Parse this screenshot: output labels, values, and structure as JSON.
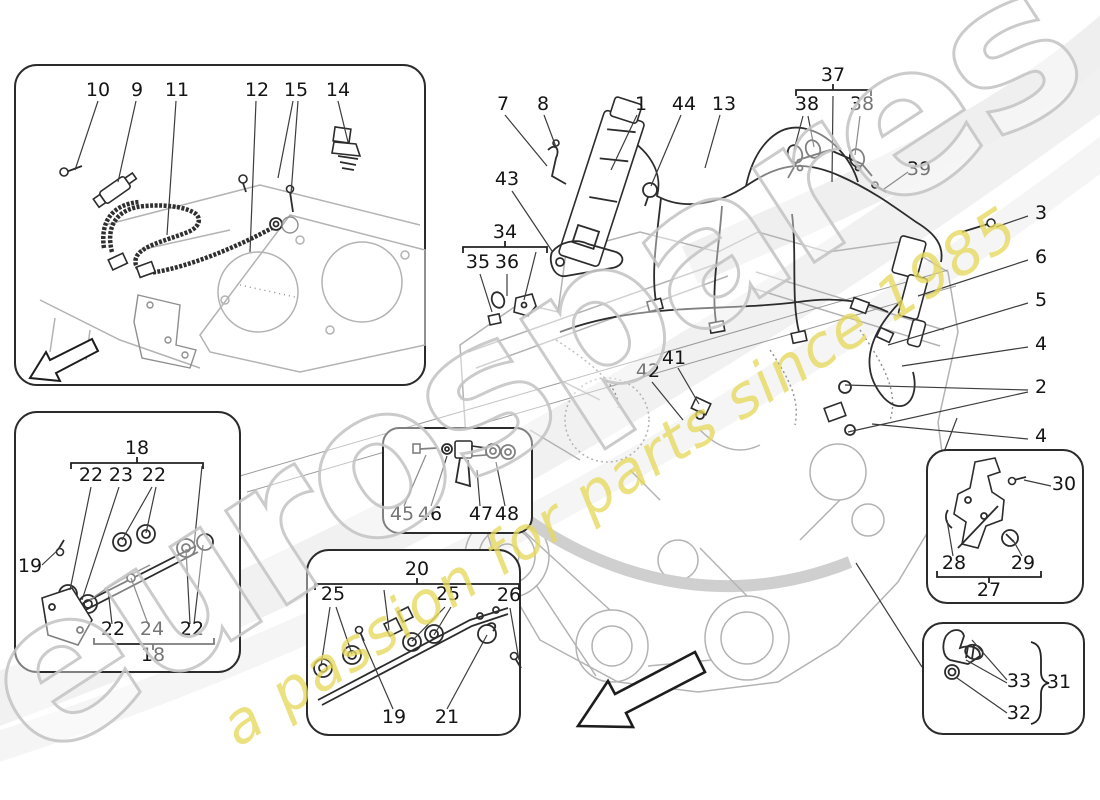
{
  "diagram": {
    "title": "engine electronic control parts diagram",
    "watermark": {
      "brand": "eurospares",
      "tagline": "a passion for parts since 1985",
      "brand_color": "#c6c6c6",
      "tagline_color": "#e6d95c"
    },
    "callouts": {
      "inset_top_left": [
        "10",
        "9",
        "11",
        "12",
        "15",
        "14"
      ],
      "ecu_group": [
        "7",
        "8",
        "1",
        "44",
        "13",
        "43"
      ],
      "bracket34_group": [
        "34",
        "35",
        "36"
      ],
      "bracket37_group": [
        "37",
        "38",
        "38",
        "39"
      ],
      "right_column": [
        "3",
        "6",
        "5",
        "4",
        "2",
        "4"
      ],
      "center_labels": [
        "41",
        "42"
      ],
      "inset_left_middle": [
        "18",
        "22",
        "23",
        "22",
        "19",
        "22",
        "24",
        "22",
        "18"
      ],
      "inset_camshaft_sensor": [
        "45",
        "46",
        "47",
        "48"
      ],
      "inset_bottom_middle": [
        "20",
        "25",
        "25",
        "26",
        "19",
        "21"
      ],
      "inset_right_bracket": [
        "30",
        "28",
        "29",
        "27"
      ],
      "inset_bottom_right": [
        "33",
        "31",
        "32"
      ]
    },
    "line_color": "#2c2c2c",
    "background_color": "#ffffff"
  }
}
